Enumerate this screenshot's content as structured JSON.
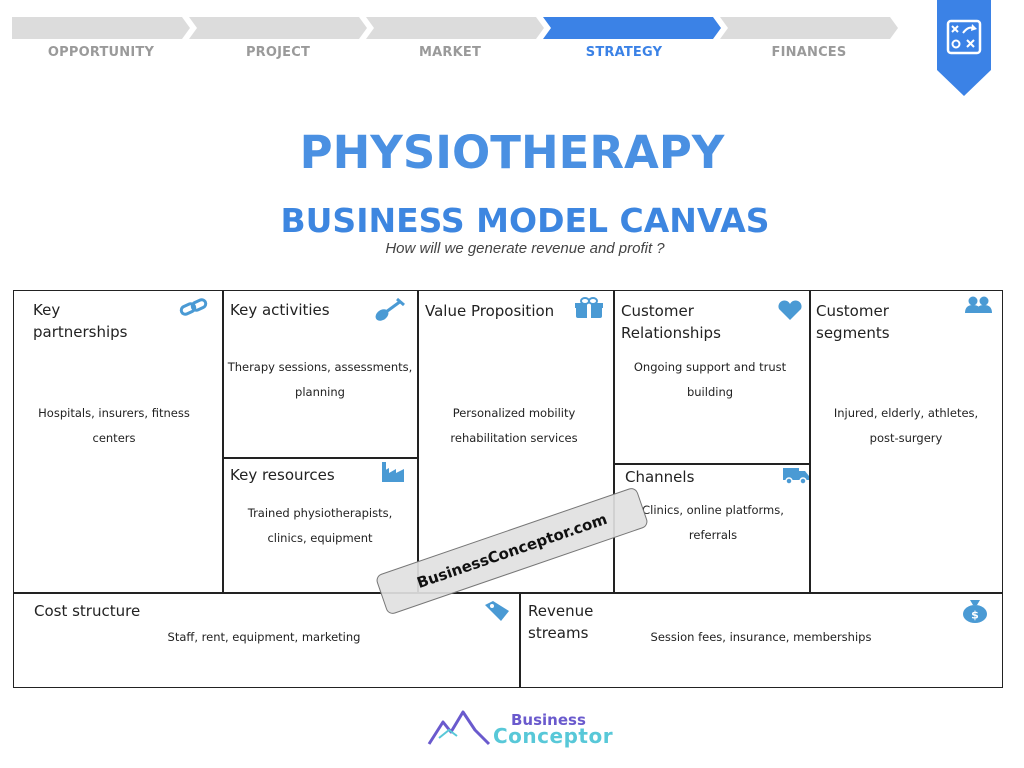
{
  "steps": [
    {
      "label": "OPPORTUNITY",
      "active": false
    },
    {
      "label": "PROJECT",
      "active": false
    },
    {
      "label": "MARKET",
      "active": false
    },
    {
      "label": "STRATEGY",
      "active": true
    },
    {
      "label": "FINANCES",
      "active": false
    }
  ],
  "colors": {
    "accent": "#3b82e6",
    "inactive_step": "#dcdcdc",
    "title": "#4a90e2",
    "icon": "#4a9ad4"
  },
  "header": {
    "title": "PHYSIOTHERAPY",
    "subtitle": "BUSINESS MODEL CANVAS",
    "question": "How will we generate revenue and profit ?"
  },
  "canvas": {
    "key_partnerships": {
      "title": "Key partnerships",
      "text": "Hospitals, insurers, fitness centers",
      "icon": "link-icon"
    },
    "key_activities": {
      "title": "Key activities",
      "text": "Therapy sessions, assessments, planning",
      "icon": "shovel-icon"
    },
    "key_resources": {
      "title": "Key resources",
      "text": "Trained physiotherapists, clinics, equipment",
      "icon": "factory-icon"
    },
    "value_proposition": {
      "title": "Value Proposition",
      "text": "Personalized mobility rehabilitation services",
      "icon": "gift-icon"
    },
    "customer_relationships": {
      "title": "Customer Relationships",
      "text": "Ongoing support and trust building",
      "icon": "heart-icon"
    },
    "channels": {
      "title": "Channels",
      "text": "Clinics, online platforms, referrals",
      "icon": "truck-icon"
    },
    "customer_segments": {
      "title": "Customer segments",
      "text": "Injured, elderly, athletes, post-surgery",
      "icon": "users-icon"
    },
    "cost_structure": {
      "title": "Cost structure",
      "text": "Staff, rent, equipment, marketing",
      "icon": "tag-icon"
    },
    "revenue_streams": {
      "title": "Revenue streams",
      "text": "Session fees, insurance, memberships",
      "icon": "money-bag-icon"
    }
  },
  "watermark": "BusinessConceptor.com",
  "logo": {
    "line1": "Business",
    "line2": "Conceptor"
  }
}
